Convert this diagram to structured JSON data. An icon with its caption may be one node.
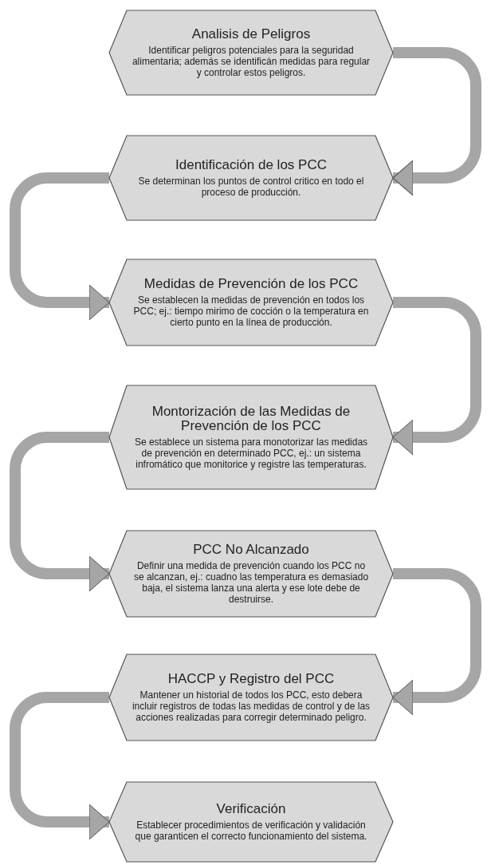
{
  "diagram": {
    "nodes": [
      {
        "text": [
          "Analisis de Peligros",
          "Identificar peligros potenciales para la seguridad alimentaria; además se identificán medidas para regular y controlar estos peligros."
        ]
      },
      {
        "text": [
          "Identificación de los PCC",
          "Se determinan los puntos de control critico en todo el proceso de producción."
        ]
      },
      {
        "text": [
          "Medidas de Prevención de los PCC",
          "Se establecen la medidas de prevención en todos los PCC; ej.: tiempo mirimo de cocción o la temperatura en cierto punto en la línea de producción."
        ]
      },
      {
        "text": [
          "Montorización de las Medidas de Prevención de los PCC",
          "Se establece un sistema para monotorizar las medidas de prevención en determinado PCC, ej.: un sistema infromático que monitorice y registre las temperaturas."
        ]
      },
      {
        "text": [
          "PCC No Alcanzado",
          "Definir una medida de prevención cuando los PCC no se alcanzan, ej.: cuadno las temperatura es demasiado baja, el sistema lanza una alerta y ese lote debe de destruirse."
        ]
      },
      {
        "text": [
          "HACCP y Registro del PCC",
          "Mantener un historial de todos los PCC, esto debera incluir registros de todas las medidas de control y de las acciones realizadas para corregir determinado peligro."
        ]
      },
      {
        "text": [
          "Verificación",
          "Establecer procedimientos de verificación y validación que garanticen el correcto funcionamiento del sistema."
        ]
      }
    ],
    "edges": [
      {
        "from": 0,
        "to": 1,
        "arrow": "to"
      },
      {
        "from": 1,
        "to": 2,
        "arrow": "to"
      },
      {
        "from": 2,
        "to": 3,
        "arrow": "to"
      },
      {
        "from": 3,
        "to": 4,
        "arrow": "to"
      },
      {
        "from": 4,
        "to": 5,
        "arrow": "to"
      },
      {
        "from": 5,
        "to": 6,
        "arrow": "to"
      }
    ]
  }
}
